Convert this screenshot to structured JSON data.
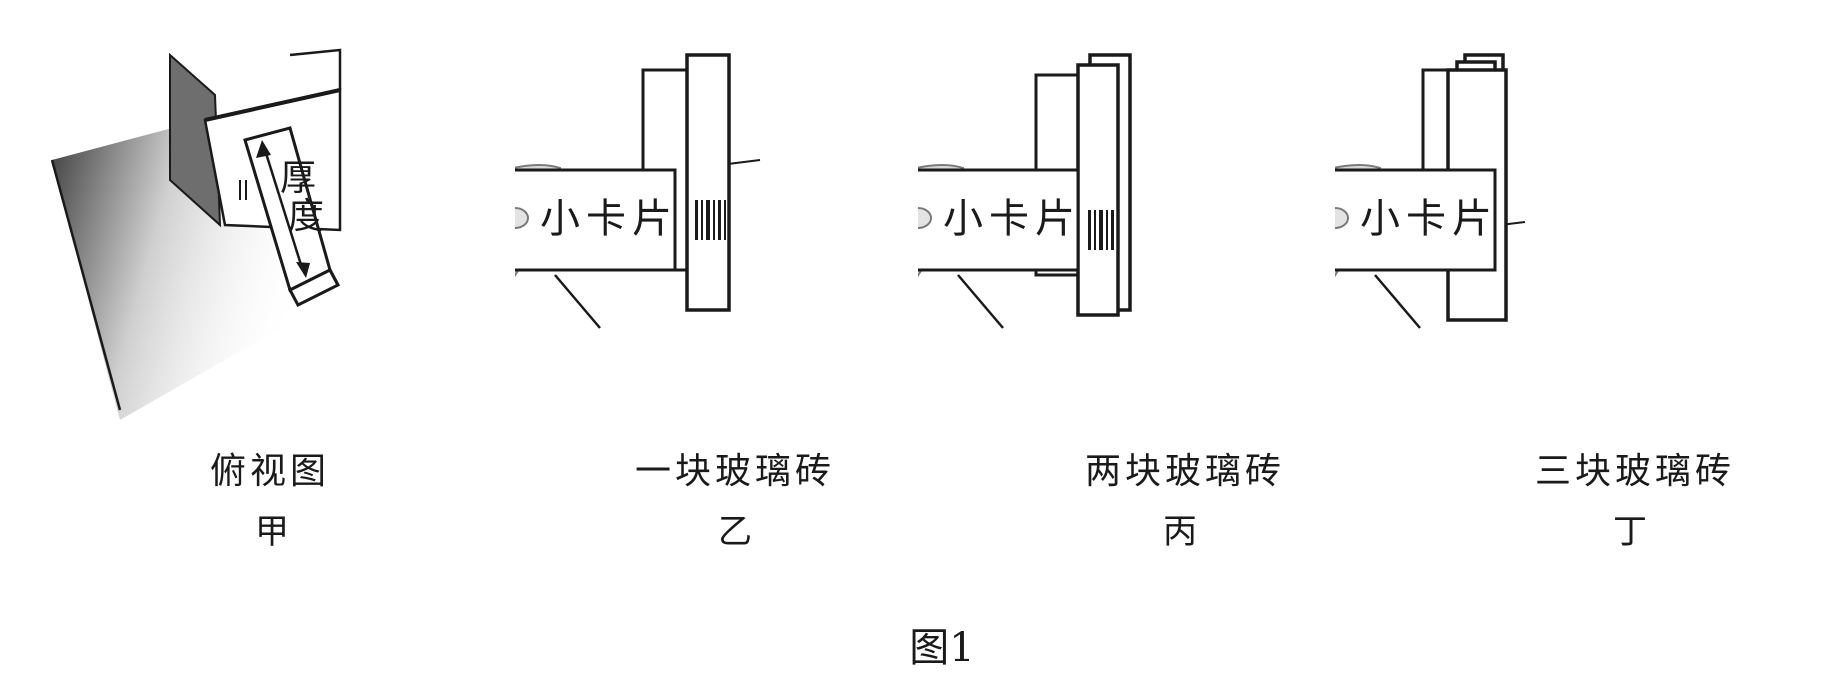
{
  "figure_label": "图1",
  "panels": [
    {
      "caption": "俯视图",
      "sublabel": "甲",
      "thickness_label": "厚度"
    },
    {
      "caption": "一块玻璃砖",
      "sublabel": "乙",
      "card_label": "小卡片",
      "brick_count": 1
    },
    {
      "caption": "两块玻璃砖",
      "sublabel": "丙",
      "card_label": "小卡片",
      "brick_count": 2
    },
    {
      "caption": "三块玻璃砖",
      "sublabel": "丁",
      "card_label": "小卡片",
      "brick_count": 3
    }
  ]
}
